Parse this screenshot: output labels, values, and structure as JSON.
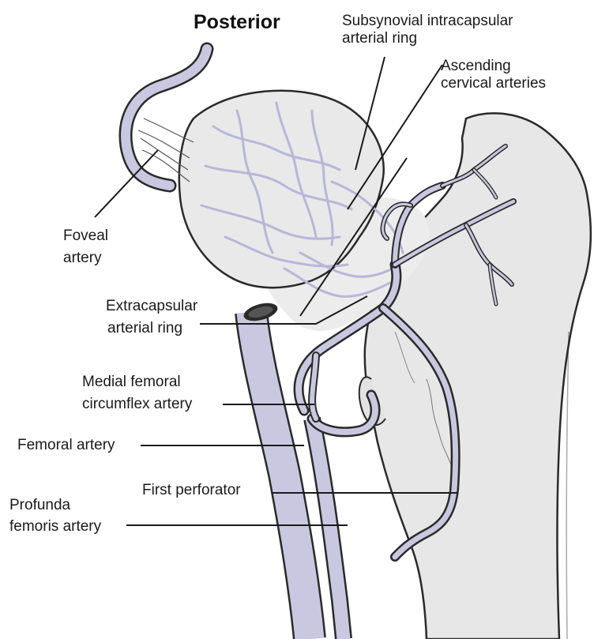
{
  "view_label": "Posterior",
  "labels": {
    "subsynovial": [
      "Subsynovial intracapsular",
      "arterial ring"
    ],
    "ascending": [
      "Ascending",
      "cervical arteries"
    ],
    "foveal": [
      "Foveal",
      "artery"
    ],
    "extracapsular": [
      "Extracapsular",
      "arterial ring"
    ],
    "medial_circumflex": [
      "Medial femoral",
      "circumflex artery"
    ],
    "femoral": "Femoral artery",
    "first_perforator": "First perforator",
    "profunda": [
      "Profunda",
      "femoris artery"
    ]
  },
  "colors": {
    "vessel_fill": "#c9c8e0",
    "vessel_stroke": "#2a2a2a",
    "bone_fill": "#e7e7e7",
    "line": "#1a1a1a",
    "intracapsular_vessels": "#b8b6d8"
  }
}
